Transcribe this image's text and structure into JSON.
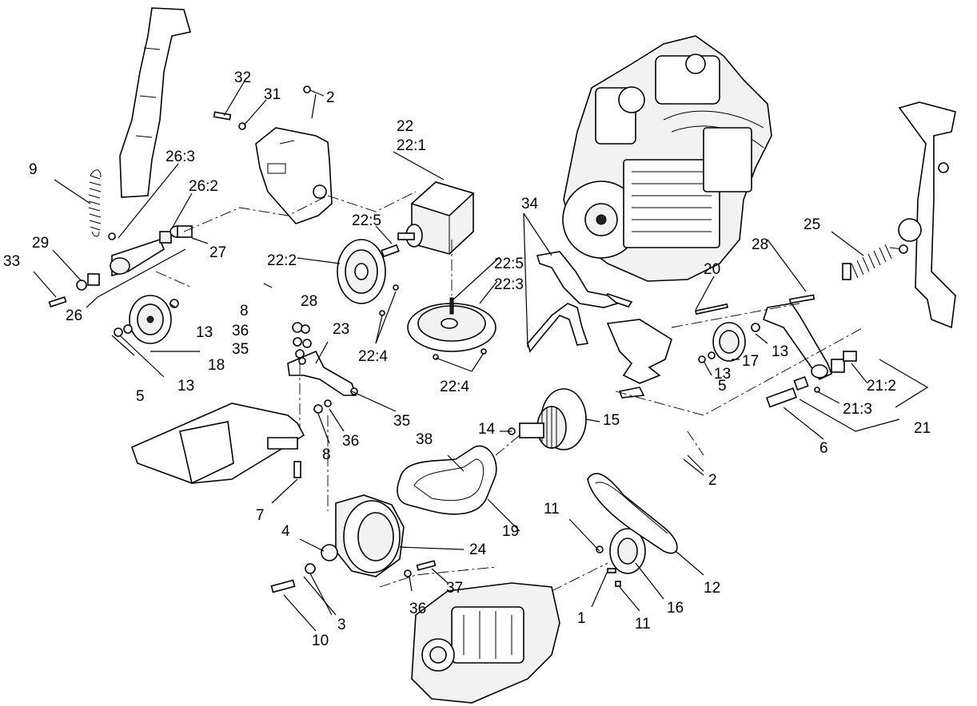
{
  "callouts": {
    "c1": "1",
    "c2a": "2",
    "c2b": "2",
    "c3": "3",
    "c4": "4",
    "c5a": "5",
    "c5b": "5",
    "c6": "6",
    "c7": "7",
    "c8a": "8",
    "c8b": "8",
    "c9": "9",
    "c10": "10",
    "c11a": "11",
    "c11b": "11",
    "c12": "12",
    "c13a": "13",
    "c13b": "13",
    "c13c": "13",
    "c13d": "13",
    "c14": "14",
    "c15": "15",
    "c16": "16",
    "c17": "17",
    "c18": "18",
    "c19": "19",
    "c20": "20",
    "c21": "21",
    "c21_2": "21:2",
    "c21_3": "21:3",
    "c22": "22",
    "c22_1": "22:1",
    "c22_2": "22:2",
    "c22_3": "22:3",
    "c22_4a": "22:4",
    "c22_4b": "22:4",
    "c22_5a": "22:5",
    "c22_5b": "22:5",
    "c23": "23",
    "c24": "24",
    "c25": "25",
    "c26": "26",
    "c26_2": "26:2",
    "c26_3": "26:3",
    "c27": "27",
    "c28a": "28",
    "c28b": "28",
    "c29": "29",
    "c31": "31",
    "c32": "32",
    "c33": "33",
    "c34": "34",
    "c35a": "35",
    "c35b": "35",
    "c36a": "36",
    "c36b": "36",
    "c36c": "36",
    "c37": "37",
    "c38": "38"
  },
  "icons": {
    "engine": "engine-icon",
    "hydro_pump": "hydrostatic-pump-icon",
    "gearbox": "gearbox-icon",
    "clutch": "electric-clutch-icon",
    "pulley": "pulley-icon",
    "belt": "v-belt-icon",
    "spring": "extension-spring-icon",
    "bracket": "mounting-bracket-icon",
    "fastener": "bolt-nut-washer-icon"
  }
}
